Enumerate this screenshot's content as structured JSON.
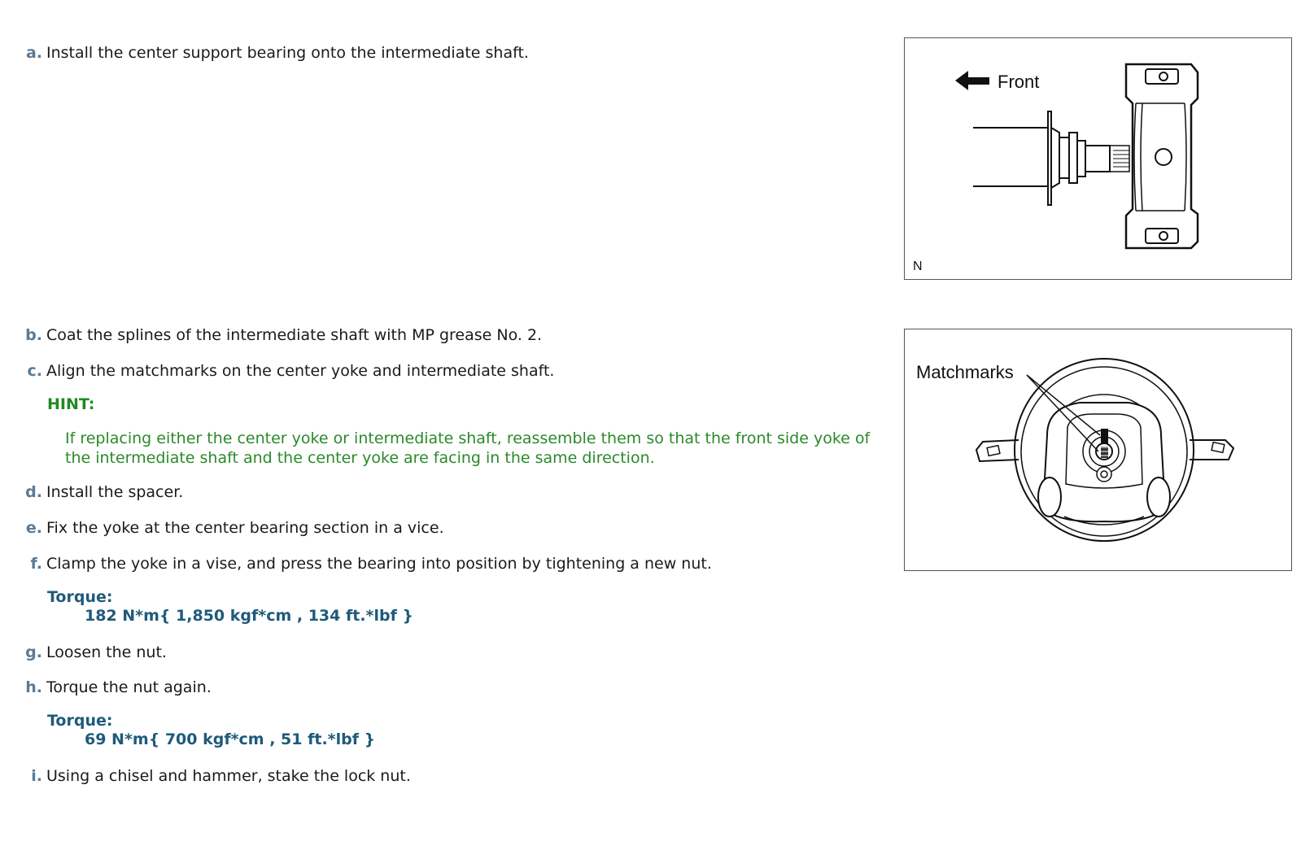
{
  "steps": [
    {
      "letter": "a.",
      "text": "Install the center support bearing onto the intermediate shaft."
    },
    {
      "letter": "b.",
      "text": "Coat the splines of the intermediate shaft with MP grease No. 2."
    },
    {
      "letter": "c.",
      "text": "Align the matchmarks on the center yoke and intermediate shaft."
    },
    {
      "letter": "d.",
      "text": "Install the spacer."
    },
    {
      "letter": "e.",
      "text": "Fix the yoke at the center bearing section in a vice."
    },
    {
      "letter": "f.",
      "text": "Clamp the yoke in a vise, and press the bearing into position by tightening a new nut."
    },
    {
      "letter": "g.",
      "text": "Loosen the nut."
    },
    {
      "letter": "h.",
      "text": "Torque the nut again."
    },
    {
      "letter": "i.",
      "text": "Using a chisel and hammer, stake the lock nut."
    }
  ],
  "hint": {
    "label": "HINT:",
    "text": "If replacing either the center yoke or intermediate shaft, reassemble them so that the front side yoke of the intermediate shaft and the center yoke are facing in the same direction."
  },
  "torque_1": {
    "label": "Torque:",
    "value": "182 N*m{ 1,850 kgf*cm , 134 ft.*lbf }"
  },
  "torque_2": {
    "label": "Torque:",
    "value": "69 N*m{ 700 kgf*cm , 51 ft.*lbf }"
  },
  "figure_1": {
    "label_front": "Front",
    "corner_label": "N"
  },
  "figure_2": {
    "label_matchmarks": "Matchmarks"
  }
}
